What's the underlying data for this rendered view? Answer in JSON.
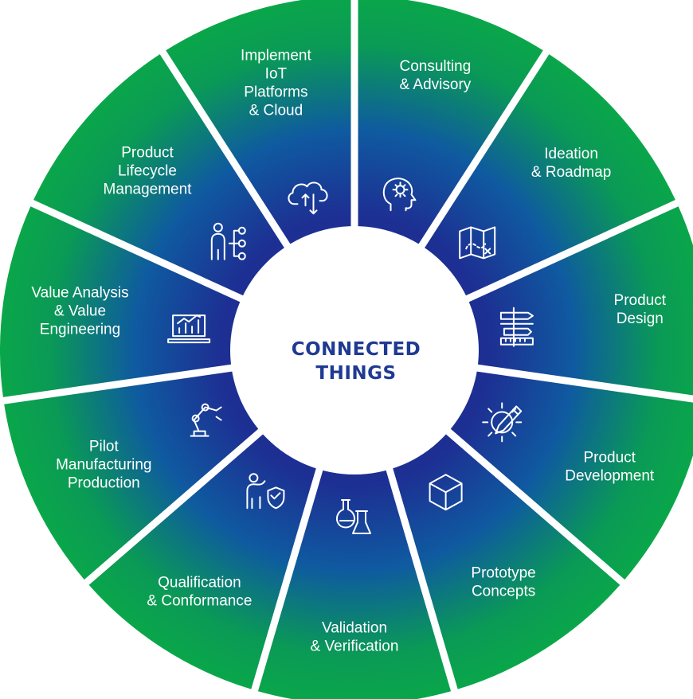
{
  "center": {
    "title_line1": "CONNECTED",
    "title_line2": "THINGS"
  },
  "colors": {
    "outer": "#0aa64a",
    "mid": "#0f5aa0",
    "inner": "#1d2f93",
    "center": "#ffffff",
    "text_center": "#1f3a93"
  },
  "segments": [
    {
      "id": "consulting",
      "icon": "head-gear-icon",
      "lines": [
        "Consulting",
        "& Advisory"
      ]
    },
    {
      "id": "ideation",
      "icon": "treasure-map-icon",
      "lines": [
        "Ideation",
        "& Roadmap"
      ]
    },
    {
      "id": "product-design",
      "icon": "design-tools-icon",
      "lines": [
        "Product",
        "Design"
      ]
    },
    {
      "id": "product-development",
      "icon": "gear-pencil-icon",
      "lines": [
        "Product",
        "Development"
      ]
    },
    {
      "id": "prototype",
      "icon": "cube-icon",
      "lines": [
        "Prototype",
        "Concepts"
      ]
    },
    {
      "id": "validation",
      "icon": "lab-flasks-icon",
      "lines": [
        "Validation",
        "& Verification"
      ]
    },
    {
      "id": "qualification",
      "icon": "person-shield-icon",
      "lines": [
        "Qualification",
        "& Conformance"
      ]
    },
    {
      "id": "pilot",
      "icon": "robot-arm-icon",
      "lines": [
        "Pilot",
        "Manufacturing",
        "Production"
      ]
    },
    {
      "id": "value-analysis",
      "icon": "laptop-chart-icon",
      "lines": [
        "Value Analysis",
        "& Value",
        "Engineering"
      ]
    },
    {
      "id": "plm",
      "icon": "person-network-icon",
      "lines": [
        "Product",
        "Lifecycle",
        "Management"
      ]
    },
    {
      "id": "iot",
      "icon": "cloud-transfer-icon",
      "lines": [
        "Implement",
        "IoT",
        "Platforms",
        "& Cloud"
      ]
    }
  ]
}
